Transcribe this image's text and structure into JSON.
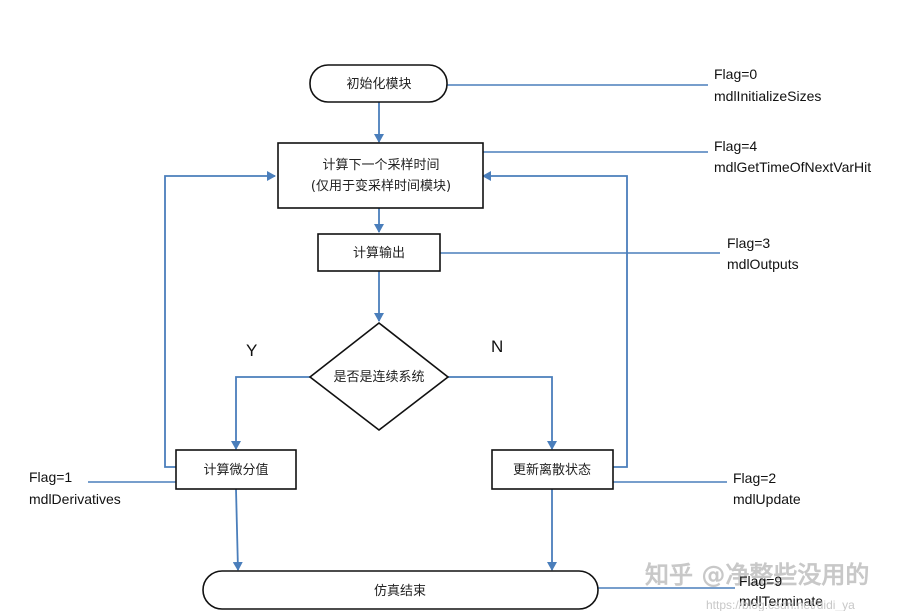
{
  "nodes": {
    "init": "初始化模块",
    "next_time_line1": "计算下一个采样时间",
    "next_time_line2": "(仅用于变采样时间模块)",
    "outputs": "计算输出",
    "decision": "是否是连续系统",
    "derivatives": "计算微分值",
    "update": "更新离散状态",
    "terminate": "仿真结束"
  },
  "branch": {
    "yes": "Y",
    "no": "N"
  },
  "flags": {
    "init": {
      "flag": "Flag=0",
      "method": "mdlInitializeSizes"
    },
    "next_time": {
      "flag": "Flag=4",
      "method": "mdlGetTimeOfNextVarHit"
    },
    "outputs": {
      "flag": "Flag=3",
      "method": "mdlOutputs"
    },
    "derivatives": {
      "flag": "Flag=1",
      "method": "mdlDerivatives"
    },
    "update": {
      "flag": "Flag=2",
      "method": "mdlUpdate"
    },
    "terminate": {
      "flag": "Flag=9",
      "method": "mdlTerminate"
    }
  },
  "watermark": {
    "brand": "知乎 @净整些没用的",
    "url": "https://blog.csdn.net/didi_ya"
  },
  "colors": {
    "arrow": "#4a7ebb",
    "border": "#111111"
  }
}
